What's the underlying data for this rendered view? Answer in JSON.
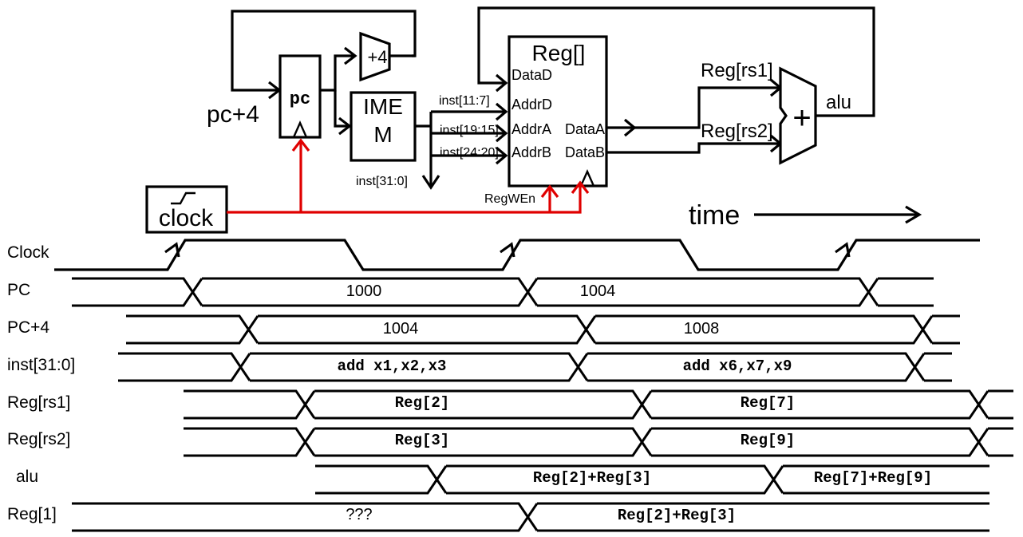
{
  "circuit": {
    "pc_label": "pc",
    "pc_plus4_label": "pc+4",
    "plus4_label": "+4",
    "imem_label_line1": "IME",
    "imem_label_line2": "M",
    "clock_label": "clock",
    "reg_title": "Reg[]",
    "port_datad": "DataD",
    "port_addrd": "AddrD",
    "port_addra": "AddrA",
    "port_addrb": "AddrB",
    "port_dataa": "DataA",
    "port_datab": "DataB",
    "regwen_label": "RegWEn",
    "inst_11_7": "inst[11:7]",
    "inst_19_15": "inst[19:15]",
    "inst_24_20": "inst[24:20]",
    "inst_31_0": "inst[31:0]",
    "rs1_label": "Reg[rs1]",
    "rs2_label": "Reg[rs2]",
    "alu_plus": "+",
    "alu_label": "alu",
    "time_label": "time"
  },
  "timing": {
    "signals": [
      {
        "name": "Clock"
      },
      {
        "name": "PC",
        "values": [
          "1000",
          "1004"
        ]
      },
      {
        "name": "PC+4",
        "values": [
          "1004",
          "1008"
        ]
      },
      {
        "name": "inst[31:0]",
        "values": [
          "add x1,x2,x3",
          "add x6,x7,x9"
        ]
      },
      {
        "name": "Reg[rs1]",
        "values": [
          "Reg[2]",
          "Reg[7]"
        ]
      },
      {
        "name": "Reg[rs2]",
        "values": [
          "Reg[3]",
          "Reg[9]"
        ]
      },
      {
        "name": "alu",
        "values": [
          "Reg[2]+Reg[3]",
          "Reg[7]+Reg[9]"
        ]
      },
      {
        "name": "Reg[1]",
        "values": [
          "???",
          "Reg[2]+Reg[3]"
        ]
      }
    ]
  },
  "colors": {
    "clock_wire": "#e00000",
    "ink": "#000000"
  }
}
